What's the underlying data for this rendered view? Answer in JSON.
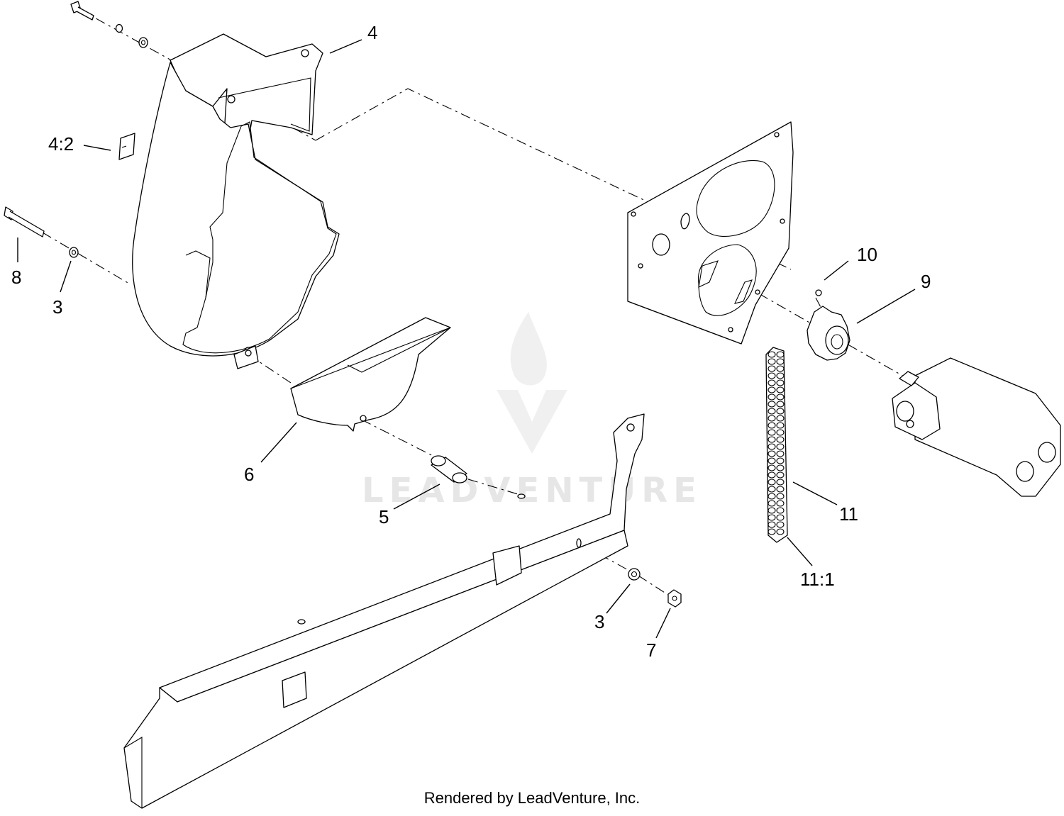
{
  "diagram": {
    "callouts": [
      {
        "id": "c4",
        "label": "4"
      },
      {
        "id": "c4-2",
        "label": "4:2"
      },
      {
        "id": "c8",
        "label": "8"
      },
      {
        "id": "c3a",
        "label": "3"
      },
      {
        "id": "c6",
        "label": "6"
      },
      {
        "id": "c5",
        "label": "5"
      },
      {
        "id": "c10",
        "label": "10"
      },
      {
        "id": "c9",
        "label": "9"
      },
      {
        "id": "c11",
        "label": "11"
      },
      {
        "id": "c11-1",
        "label": "11:1"
      },
      {
        "id": "c3b",
        "label": "3"
      },
      {
        "id": "c7",
        "label": "7"
      }
    ],
    "watermark": "LEADVENTURE",
    "footer": "Rendered by LeadVenture, Inc."
  }
}
